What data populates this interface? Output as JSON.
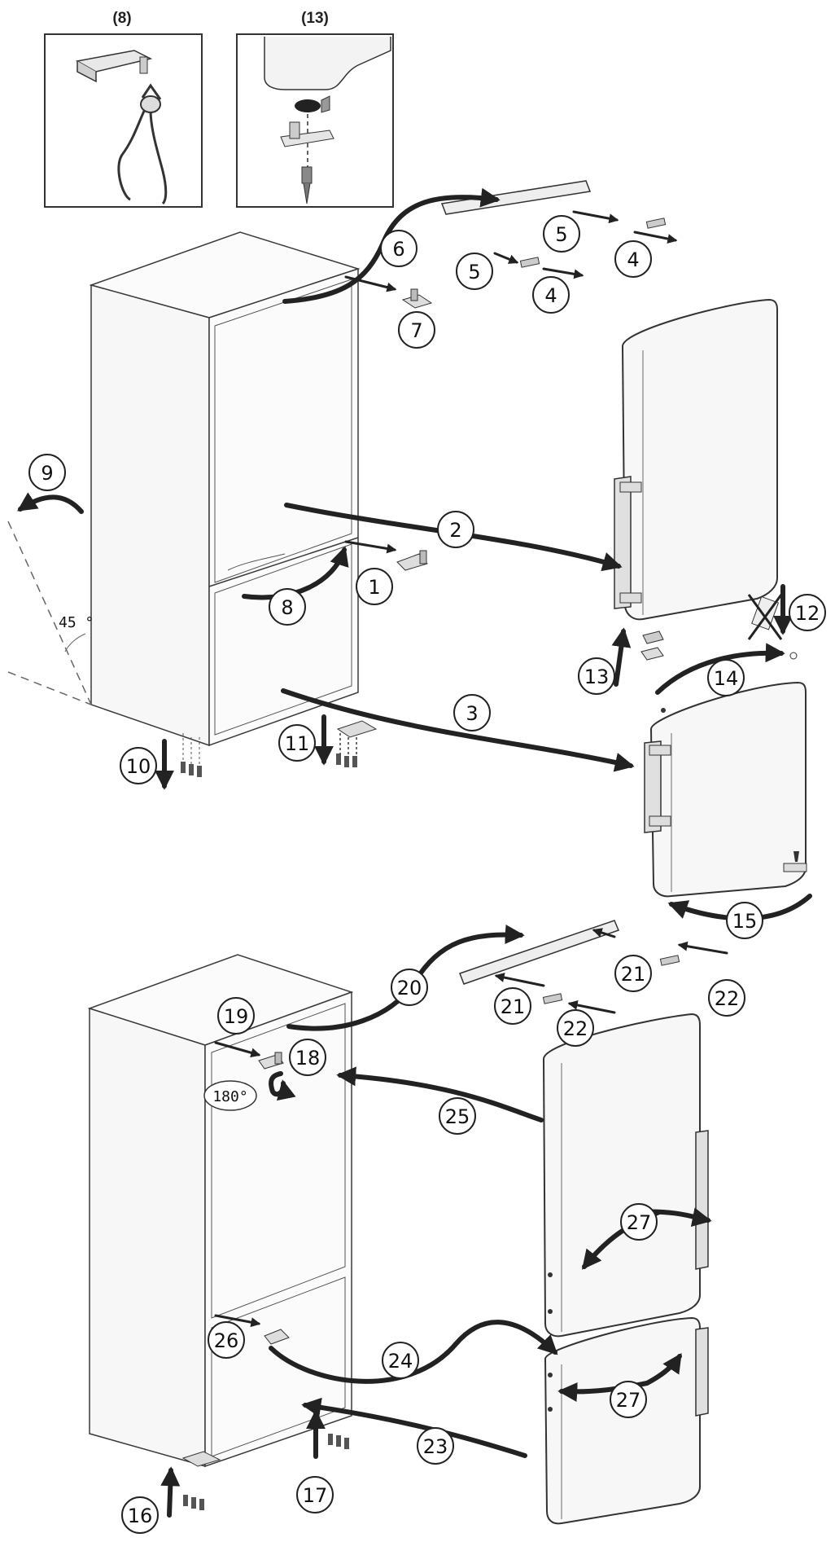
{
  "insets": [
    {
      "label": "(8)"
    },
    {
      "label": "(13)"
    }
  ],
  "angle_label": "45 °",
  "rotation_label": "180°",
  "callouts": [
    "1",
    "2",
    "3",
    "4",
    "4",
    "5",
    "5",
    "6",
    "7",
    "8",
    "9",
    "10",
    "11",
    "12",
    "13",
    "14",
    "15",
    "16",
    "17",
    "18",
    "19",
    "20",
    "21",
    "21",
    "22",
    "22",
    "23",
    "24",
    "25",
    "26",
    "27",
    "27"
  ]
}
